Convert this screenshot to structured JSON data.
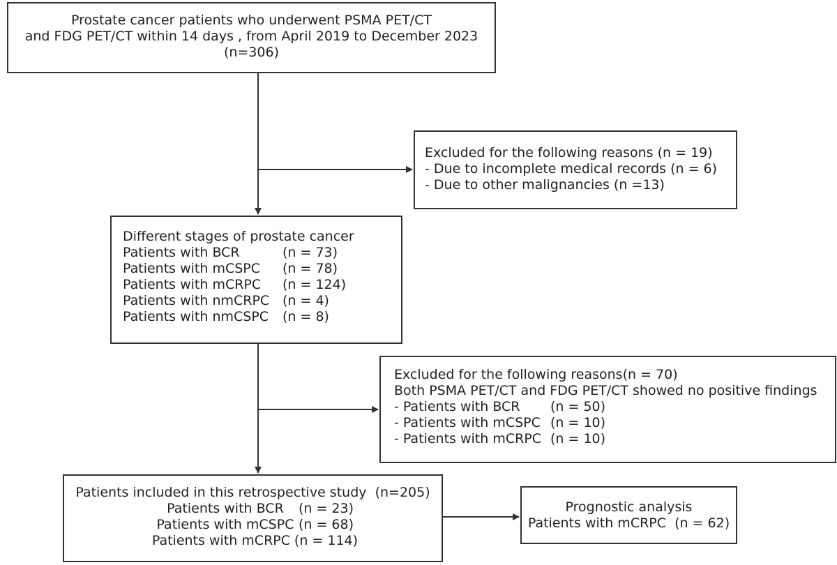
{
  "start": {
    "lines": [
      "Prostate cancer patients who underwent PSMA PET/CT",
      "and FDG PET/CT within 14 days , from April 2019 to December 2023",
      "(n=306)"
    ]
  },
  "exclusion1": {
    "title": "Excluded for the following reasons (n = 19)",
    "items": [
      "- Due to incomplete medical records (n = 6)",
      "- Due to other malignancies (n =13)"
    ]
  },
  "stages": {
    "title": "Different stages of prostate cancer",
    "rows": [
      {
        "label": "Patients with BCR",
        "count": "(n = 73)"
      },
      {
        "label": "Patients with mCSPC",
        "count": "(n = 78)"
      },
      {
        "label": "Patients with mCRPC",
        "count": "(n = 124)"
      },
      {
        "label": "Patients with nmCRPC",
        "count": "(n = 4)"
      },
      {
        "label": "Patients with nmCSPC",
        "count": "(n = 8)"
      }
    ]
  },
  "exclusion2": {
    "title": "Excluded for the following reasons(n = 70)",
    "subtitle": "Both PSMA PET/CT and FDG PET/CT showed no positive findings",
    "rows": [
      {
        "label": "- Patients with BCR",
        "count": "(n = 50)"
      },
      {
        "label": "- Patients with mCSPC",
        "count": "(n = 10)"
      },
      {
        "label": "- Patients with mCRPC",
        "count": "(n = 10)"
      }
    ]
  },
  "included": {
    "title": "Patients included in this retrospective study  (n=205)",
    "rows": [
      {
        "label": "Patients with BCR",
        "count": "(n = 23)"
      },
      {
        "label": "Patients with mCSPC",
        "count": "(n = 68)"
      },
      {
        "label": "Patients with mCRPC",
        "count": "(n = 114)"
      }
    ]
  },
  "prognostic": {
    "title": "Prognostic analysis",
    "line": "Patients with mCRPC  (n = 62)"
  }
}
